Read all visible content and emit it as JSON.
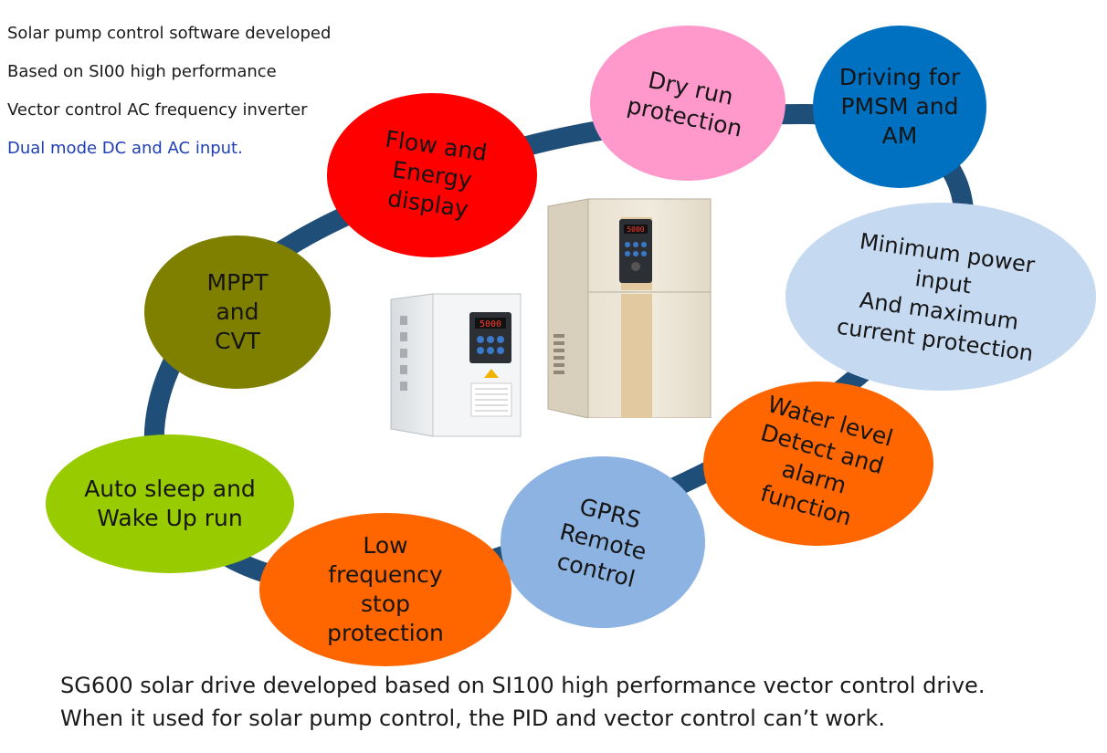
{
  "intro": {
    "line1": "Solar pump control software developed",
    "line2": "Based on SI00 high performance",
    "line3": "Vector control AC frequency inverter",
    "line4": "Dual mode DC and AC input."
  },
  "features": {
    "flow": {
      "text": "Flow and\nEnergy\ndisplay",
      "color": "#ff0000"
    },
    "dry": {
      "text": "Dry run\nprotection",
      "color": "#ff99cc"
    },
    "driving": {
      "text": "Driving for\nPMSM and\nAM",
      "color": "#0070c0"
    },
    "minpower": {
      "text": "Minimum power\ninput\nAnd maximum\ncurrent protection",
      "color": "#c5d9f1"
    },
    "water": {
      "text": "Water level\nDetect and\nalarm\nfunction",
      "color": "#ff6600"
    },
    "gprs": {
      "text": "GPRS\nRemote\ncontrol",
      "color": "#8db3e2"
    },
    "lowfreq": {
      "text": "Low\nfrequency\nstop\nprotection",
      "color": "#ff6600"
    },
    "autosleep": {
      "text": "Auto sleep and\nWake Up run",
      "color": "#99cc00"
    },
    "mppt": {
      "text": "MPPT\nand\nCVT",
      "color": "#7f7f00"
    }
  },
  "ring_color": "#1f4e79",
  "inverter_small": {
    "display": "5000"
  },
  "inverter_large": {
    "display": "5000"
  },
  "caption": {
    "line1": "SG600 solar drive developed based on SI100 high performance vector control drive.",
    "line2": "When it used for solar pump control, the PID and vector control can’t work."
  }
}
